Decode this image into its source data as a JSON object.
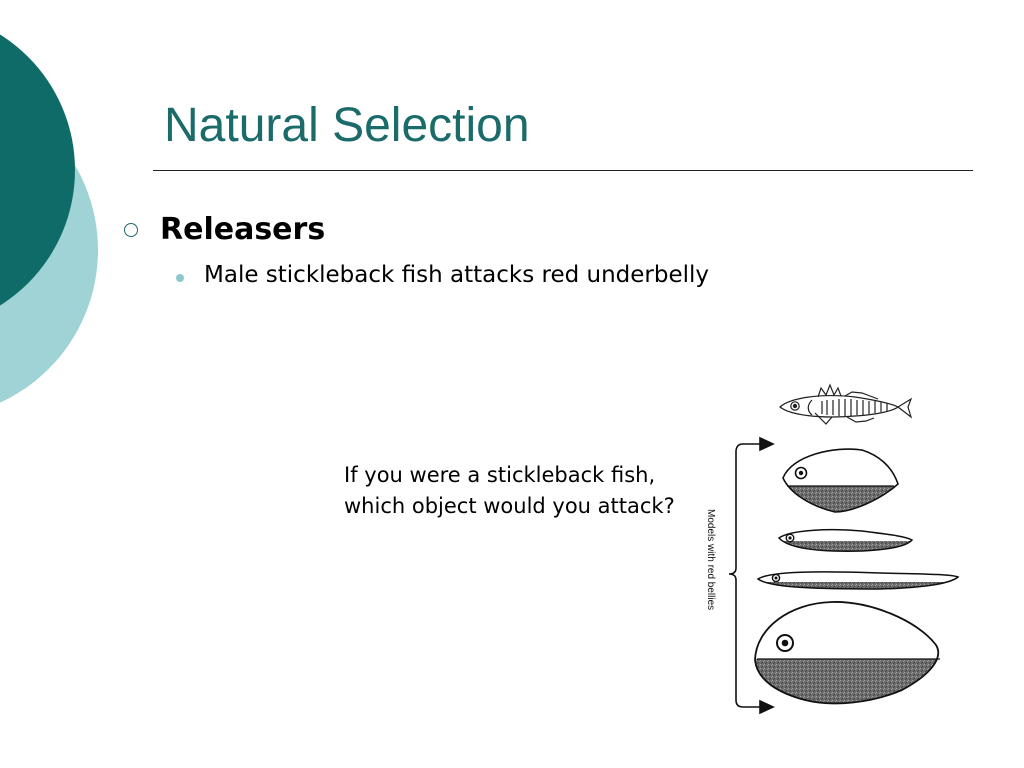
{
  "slide": {
    "title": "Natural Selection",
    "bullets": [
      {
        "text": "Releasers",
        "sub": [
          "Male stickleback fish attacks red underbelly"
        ]
      }
    ],
    "question": "If you were a stickleback fish, which object would you attack?"
  },
  "figure": {
    "bracket_label": "Models with red bellies",
    "icons": [
      "stickleback-fish-icon",
      "model-fish-1",
      "model-fish-2",
      "model-fish-3",
      "model-fish-4"
    ]
  },
  "colors": {
    "title": "#1a6b6a",
    "dark_teal": "#0e6b67",
    "light_teal": "#9fd3d6",
    "bullet_dot": "#8ec9ce"
  }
}
